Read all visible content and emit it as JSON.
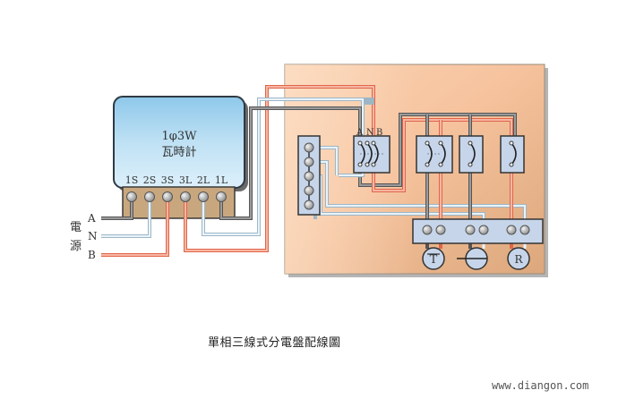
{
  "diagram": {
    "title": "單相三線式分電盤配線圖",
    "watermark": "www.diangon.com",
    "meter": {
      "line1": "1φ3W",
      "line2": "瓦時計",
      "terminals": [
        "1S",
        "2S",
        "3S",
        "3L",
        "2L",
        "1L"
      ]
    },
    "source": {
      "label_chars": [
        "電",
        "源"
      ],
      "lines": [
        "A",
        "N",
        "B"
      ]
    },
    "main_breaker": {
      "poles": [
        "A",
        "N",
        "B"
      ]
    },
    "loads": [
      {
        "symbol": "T",
        "name": "outlet"
      },
      {
        "symbol": "",
        "name": "lamp"
      },
      {
        "symbol": "R",
        "name": "receptacle"
      }
    ],
    "colors": {
      "wire_a": "#7a7a7a",
      "wire_n": "#c8dbe6",
      "wire_b": "#f08a70",
      "panel": "#f6c7a2",
      "meter_body": "#b7dcf2",
      "breaker": "#c6d5ea",
      "terminal_strip": "#c9a77e"
    }
  }
}
